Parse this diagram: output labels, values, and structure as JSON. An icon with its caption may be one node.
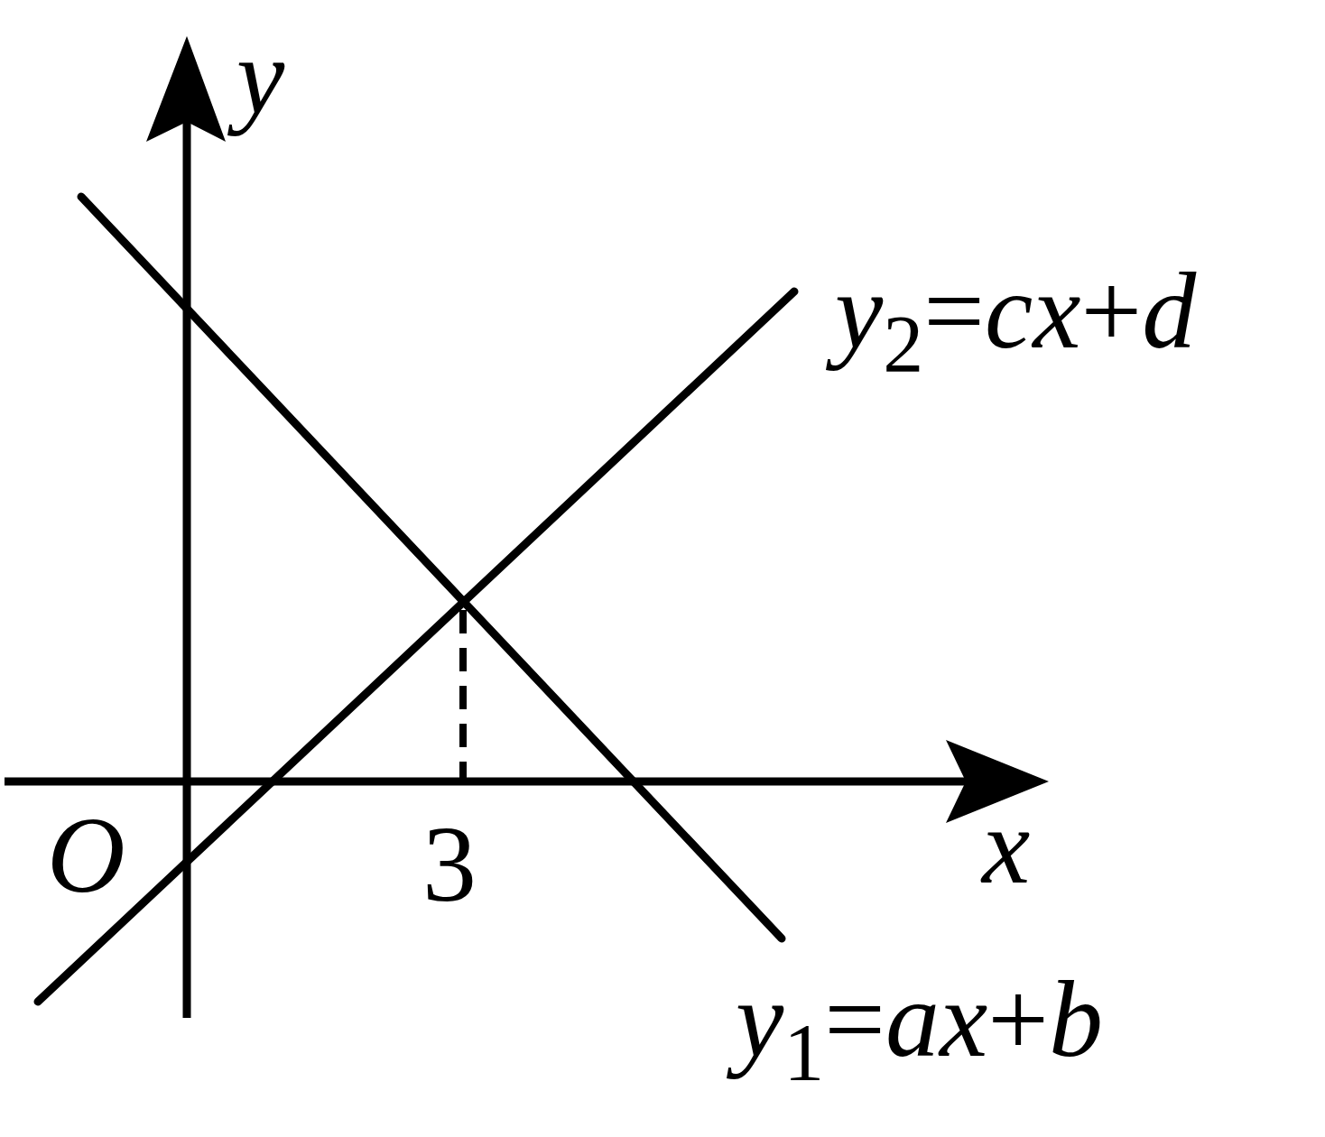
{
  "diagram": {
    "labels": [
      "y",
      "*y*$_{2}$=*cx*+*d*",
      "O",
      "3",
      "x",
      "*y*$_{1}$=*ax*+*b*"
    ]
  }
}
